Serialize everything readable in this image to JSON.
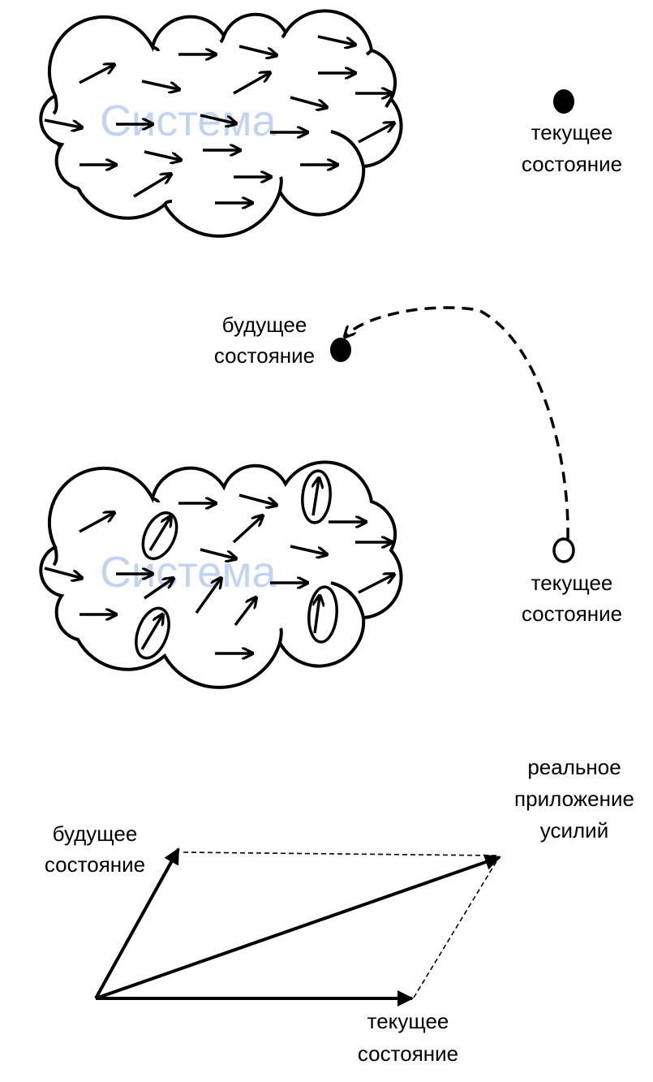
{
  "colors": {
    "system_text": "#c3d5ee",
    "ink": "#000000"
  },
  "panel1": {
    "system_label": "Система",
    "current_state": [
      "текущее",
      "состояние"
    ]
  },
  "panel2": {
    "system_label": "Система",
    "future_state": [
      "будущее",
      "состояние"
    ],
    "current_state": [
      "текущее",
      "состояние"
    ]
  },
  "panel3": {
    "future_state": [
      "будущее",
      "состояние"
    ],
    "real_effort": [
      "реальное",
      "приложение",
      "усилий"
    ],
    "current_state": [
      "текущее",
      "состояние"
    ]
  }
}
